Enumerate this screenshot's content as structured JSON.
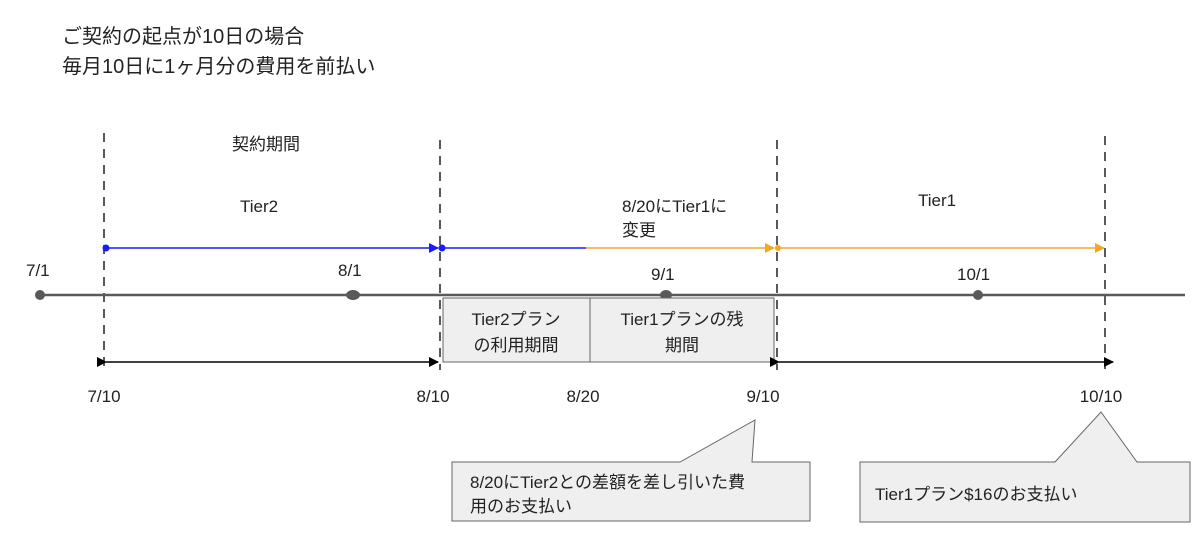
{
  "heading": {
    "line1": "ご契約の起点が10日の場合",
    "line2": "毎月10日に1ヶ月分の費用を前払い"
  },
  "labels": {
    "contract_period": "契約期間",
    "tier2": "Tier2",
    "change_line1": "8/20にTier1に",
    "change_line2": "変更",
    "tier1": "Tier1"
  },
  "month_dates": [
    "7/1",
    "8/1",
    "9/1",
    "10/1"
  ],
  "period_dates": [
    "7/10",
    "8/10",
    "8/20",
    "9/10",
    "10/10"
  ],
  "usage_boxes": {
    "tier2_line1": "Tier2プラン",
    "tier2_line2": "の利用期間",
    "tier1_line1": "Tier1プランの残",
    "tier1_line2": "期間"
  },
  "callouts": {
    "diff_line1": "8/20にTier2との差額を差し引いた費",
    "diff_line2": "用のお支払い",
    "tier1_payment": "Tier1プラン$16のお支払い"
  },
  "colors": {
    "tier2_line": "#1a1aff",
    "tier1_line": "#f5a623",
    "timeline": "#595959",
    "box_fill": "#efefef",
    "box_border": "#666666"
  }
}
